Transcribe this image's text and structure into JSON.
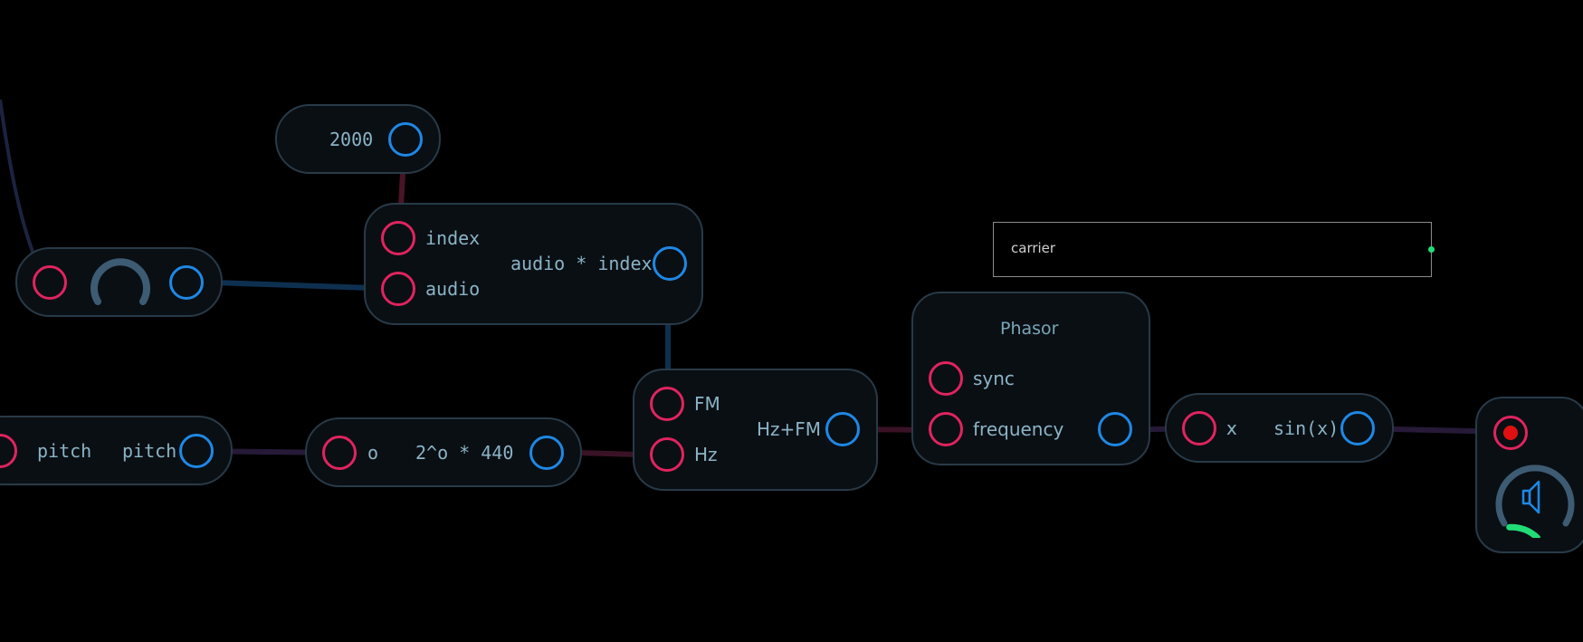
{
  "nodes": {
    "const_2000": {
      "value": "2000"
    },
    "multiply": {
      "in_index": "index",
      "in_audio": "audio",
      "out": "audio * index"
    },
    "pitch_node": {
      "in": "pitch",
      "out": "pitch"
    },
    "exp_node": {
      "in": "o",
      "out": "2^o * 440"
    },
    "fm_node": {
      "in_fm": "FM",
      "in_hz": "Hz",
      "out": "Hz+FM"
    },
    "phasor": {
      "title": "Phasor",
      "in_sync": "sync",
      "in_freq": "frequency"
    },
    "sin_node": {
      "in": "x",
      "out": "sin(x)"
    },
    "carrier": {
      "label": "carrier"
    }
  },
  "colors": {
    "background": "#000000",
    "node_bg": "#0a0f14",
    "node_border": "#283a48",
    "input_port": "#e0245e",
    "output_port": "#1e88e5",
    "label": "#8ab4c6",
    "meter": "#22dd77",
    "record": "#e01010"
  },
  "icons": {
    "knob": "knob-icon",
    "speaker": "speaker-icon",
    "record": "record-dot-icon"
  },
  "output_level": 0.18
}
